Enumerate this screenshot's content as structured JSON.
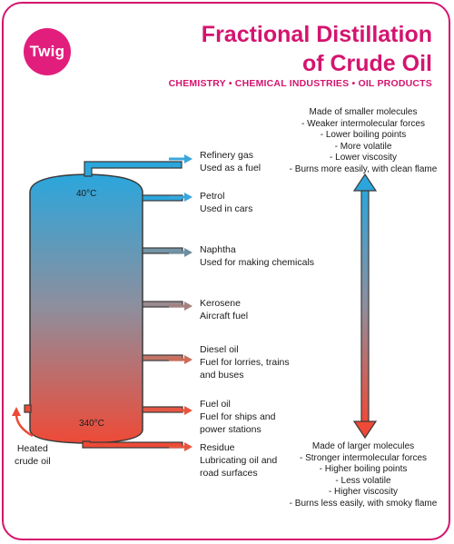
{
  "logo": "Twig",
  "title_line1": "Fractional Distillation",
  "title_line2": "of Crude Oil",
  "subtitle": "CHEMISTRY • CHEMICAL INDUSTRIES • OIL PRODUCTS",
  "temp_top": "40°C",
  "temp_bottom": "340°C",
  "feed_line1": "Heated",
  "feed_line2": "crude oil",
  "fractions": [
    {
      "name": "Refinery gas",
      "use": "Used as a fuel",
      "color": "#3aa6dc"
    },
    {
      "name": "Petrol",
      "use": "Used in cars",
      "color": "#3aa6dc"
    },
    {
      "name": "Naphtha",
      "use": "Used for making chemicals",
      "color": "#6f8fa0"
    },
    {
      "name": "Kerosene",
      "use": "Aircraft fuel",
      "color": "#a5807d"
    },
    {
      "name": "Diesel oil",
      "use": "Fuel for lorries, trains",
      "use2": "and buses",
      "color": "#cf6c57"
    },
    {
      "name": "Fuel oil",
      "use": "Fuel for ships and",
      "use2": "power stations",
      "color": "#e8553f"
    },
    {
      "name": "Residue",
      "use": "Lubricating oil and",
      "use2": "road surfaces",
      "color": "#e8553f"
    }
  ],
  "top_properties": [
    "Made of smaller molecules",
    "- Weaker intermolecular forces",
    "- Lower boiling points",
    "- More volatile",
    "- Lower viscosity",
    "- Burns more easily, with clean flame"
  ],
  "bottom_properties": [
    "Made of larger molecules",
    "- Stronger intermolecular forces",
    "- Higher boiling points",
    "- Less volatile",
    "- Higher viscosity",
    "- Burns less easily, with smoky flame"
  ],
  "colors": {
    "brand": "#d4146e",
    "cool": "#2ba6dc",
    "hot": "#ee4a37"
  }
}
